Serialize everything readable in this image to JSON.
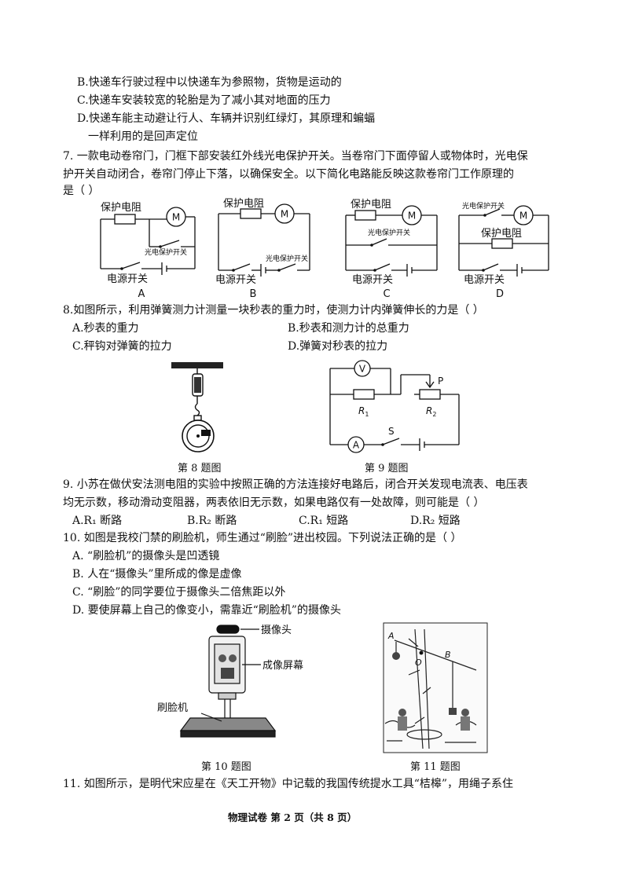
{
  "q6": {
    "opt_b": "B.快递车行驶过程中以快递车为参照物，货物是运动的",
    "opt_c": "C.快递车安装较宽的轮胎是为了减小其对地面的压力",
    "opt_d1": "D.快递车能主动避让行人、车辆并识别红绿灯，其原理和蝙蝠",
    "opt_d2": "一样利用的是回声定位"
  },
  "q7": {
    "line1": "7.  一款电动卷帘门，门框下部安装红外线光电保护开关。当卷帘门下面停留人或物体时，光电保",
    "line2": "护开关自动闭合，卷帘门停止下落，以确保安全。以下简化电路能反映这款卷帘门工作原理的",
    "line3": "是（      ）",
    "resistor": "保护电阻",
    "photo_switch": "光电保护开关",
    "power_switch": "电源开关",
    "motor": "M",
    "letters": [
      "A",
      "B",
      "C",
      "D"
    ]
  },
  "q8": {
    "stem": "8.如图所示，利用弹簧测力计测量一块秒表的重力时，使测力计内弹簧伸长的力是（      ）",
    "opt_a": "A.秒表的重力",
    "opt_b": "B.秒表和测力计的总重力",
    "opt_c": "C.秤钩对弹簧的拉力",
    "opt_d": "D.弹簧对秒表的拉力",
    "caption": "第 8 题图"
  },
  "q9fig": {
    "v": "V",
    "a": "A",
    "p": "P",
    "r1": "R",
    "r1_sub": "1",
    "r2": "R",
    "r2_sub": "2",
    "s": "S",
    "caption": "第 9 题图"
  },
  "q9": {
    "line1": "9.  小苏在做伏安法测电阻的实验中按照正确的方法连接好电路后，闭合开关发现电流表、电压表",
    "line2": "均无示数，移动滑动变阻器，两表依旧无示数，如果电路仅有一处故障，则可能是（      ）",
    "opt_a": "A.R₁ 断路",
    "opt_b": "B.R₂ 断路",
    "opt_c": "C.R₁ 短路",
    "opt_d": "D.R₂ 短路"
  },
  "q10": {
    "stem": "10.  如图是我校门禁的刷脸机，师生通过“刷脸”进出校园。下列说法正确的是（      ）",
    "opt_a": "A.  “刷脸机”的摄像头是凹透镜",
    "opt_b": "B.  人在“摄像头”里所成的像是虚像",
    "opt_c": "C.  “刷脸”的同学要位于摄像头二倍焦距以外",
    "opt_d": "D.  要使屏幕上自己的像变小，需靠近“刷脸机”的摄像头",
    "label_camera": "摄像头",
    "label_screen": "成像屏幕",
    "label_machine": "刷脸机",
    "caption": "第 10 题图"
  },
  "q11fig": {
    "a": "A",
    "b": "B",
    "o": "O",
    "caption": "第 11 题图"
  },
  "q11": {
    "line1": "11.  如图所示，是明代宋应星在《天工开物》中记载的我国传统提水工具“桔槔”，用绳子系住"
  },
  "footer": "物理试卷    第 2 页（共 8 页）"
}
